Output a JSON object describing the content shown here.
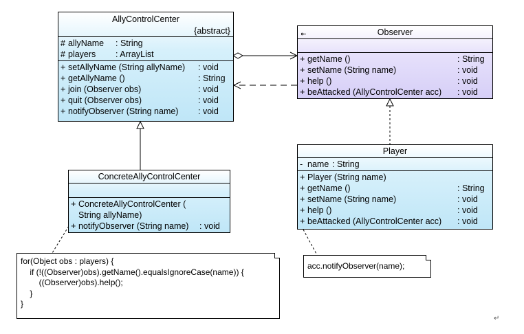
{
  "ally": {
    "name": "AllyControlCenter",
    "stereotype": "{abstract}",
    "attributes": [
      {
        "vis": "#",
        "name": "allyName",
        "type": ": String"
      },
      {
        "vis": "#",
        "name": "players",
        "type": ": ArrayList"
      }
    ],
    "operations": [
      {
        "vis": "+",
        "name": "setAllyName (String allyName)",
        "type": ": void"
      },
      {
        "vis": "+",
        "name": "getAllyName ()",
        "type": ": String"
      },
      {
        "vis": "+",
        "name": "join (Observer obs)",
        "type": ": void"
      },
      {
        "vis": "+",
        "name": "quit (Observer obs)",
        "type": ": void"
      },
      {
        "vis": "+",
        "name": "notifyObserver (String name)",
        "type": ": void"
      }
    ]
  },
  "observer": {
    "name": "Observer",
    "icon": "interface-icon",
    "operations": [
      {
        "vis": "+",
        "name": "getName ()",
        "type": ": String"
      },
      {
        "vis": "+",
        "name": "setName (String name)",
        "type": ": void"
      },
      {
        "vis": "+",
        "name": "help ()",
        "type": ": void"
      },
      {
        "vis": "+",
        "name": "beAttacked (AllyControlCenter acc)",
        "type": ": void"
      }
    ]
  },
  "concrete": {
    "name": "ConcreteAllyControlCenter",
    "operations": [
      {
        "vis": "+",
        "name": "ConcreteAllyControlCenter (",
        "type": ""
      },
      {
        "vis": "",
        "name": "String allyName)",
        "type": ""
      },
      {
        "vis": "+",
        "name": "notifyObserver (String name)",
        "type": ": void"
      }
    ]
  },
  "player": {
    "name": "Player",
    "attributes": [
      {
        "vis": "-",
        "name": "name",
        "type": ": String"
      }
    ],
    "operations": [
      {
        "vis": "+",
        "name": "Player (String name)",
        "type": ""
      },
      {
        "vis": "+",
        "name": "getName ()",
        "type": ": String"
      },
      {
        "vis": "+",
        "name": "setName (String name)",
        "type": ": void"
      },
      {
        "vis": "+",
        "name": "help ()",
        "type": ": void"
      },
      {
        "vis": "+",
        "name": "beAttacked (AllyControlCenter acc)",
        "type": ": void"
      }
    ]
  },
  "notes": {
    "concrete_note": "for(Object obs : players) {\n    if (!((Observer)obs).getName().equalsIgnoreCase(name)) {\n        ((Observer)obs).help();\n    }\n}",
    "player_note": "acc.notifyObserver(name);"
  },
  "cursor_mark": "↵",
  "colors": {
    "class_fill": "#bfe6f7",
    "interface_fill": "#d6cff7"
  }
}
